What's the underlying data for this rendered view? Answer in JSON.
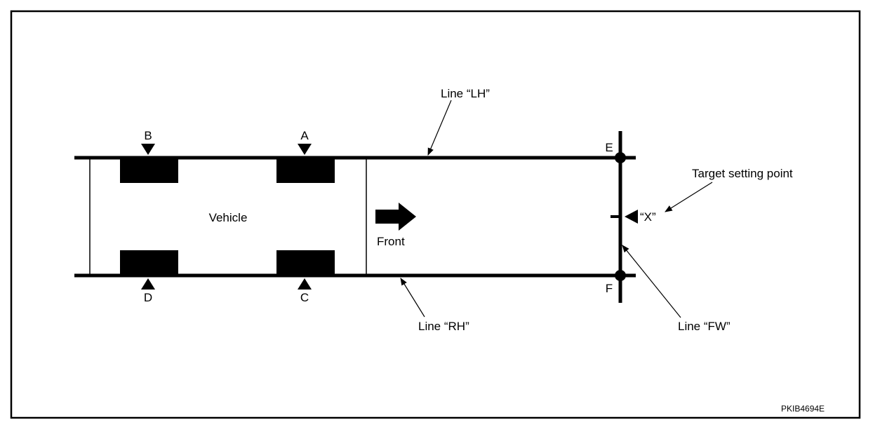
{
  "labels": {
    "line_lh": "Line “LH”",
    "line_rh": "Line “RH”",
    "line_fw": "Line “FW”",
    "target_setting_point": "Target setting point",
    "x_mark": "“X”",
    "vehicle": "Vehicle",
    "front": "Front",
    "point_a": "A",
    "point_b": "B",
    "point_c": "C",
    "point_d": "D",
    "point_e": "E",
    "point_f": "F",
    "figure_code": "PKIB4694E"
  },
  "icons": {
    "front_direction": "right-arrow-icon",
    "wheel_marker": "triangle-pointer-icon"
  },
  "colors": {
    "ink": "#000000",
    "background": "#ffffff"
  }
}
